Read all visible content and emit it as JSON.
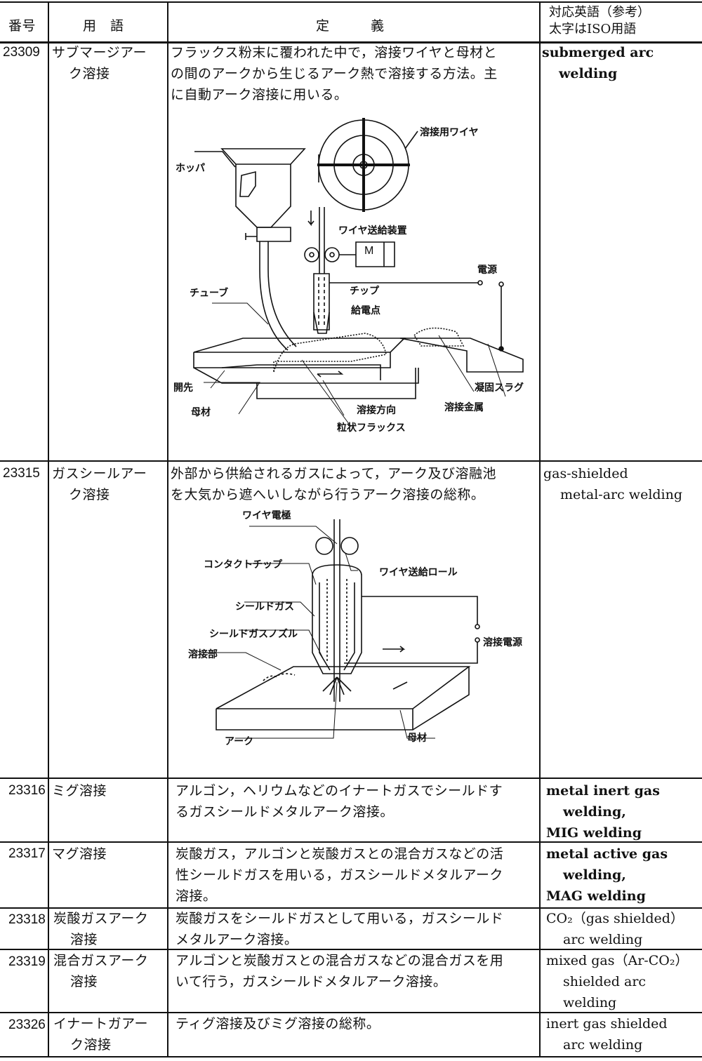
{
  "header": {
    "number": "番号",
    "term": "用　語",
    "definition": "定　　　義",
    "english_line1": "対応英語（参考）",
    "english_line2": "太字はISO用語"
  },
  "rows": [
    {
      "number": "23309",
      "term": [
        "サブマージアー",
        "ク溶接"
      ],
      "definition": [
        "フラックス粉末に覆われた中で，溶接ワイヤと母材と",
        "の間のアークから生じるアーク熱で溶接する方法。主",
        "に自動アーク溶接に用いる。"
      ],
      "english": [
        "submerged arc",
        "welding"
      ]
    },
    {
      "number": "23315",
      "term": [
        "ガスシールアー",
        "ク溶接"
      ],
      "definition": [
        "外部から供給されるガスによって，アーク及び溶融池",
        "を大気から遮へいしながら行うアーク溶接の総称。"
      ],
      "english": [
        "gas-shielded",
        "metal-arc welding"
      ]
    },
    {
      "number": "23316",
      "term": [
        "ミグ溶接"
      ],
      "definition": [
        "アルゴン，ヘリウムなどのイナートガスでシールドす",
        "るガスシールドメタルアーク溶接。"
      ],
      "english": [
        "metal inert gas",
        "welding,",
        "MIG welding"
      ]
    },
    {
      "number": "23317",
      "term": [
        "マグ溶接"
      ],
      "definition": [
        "炭酸ガス，アルゴンと炭酸ガスとの混合ガスなどの活",
        "性シールドガスを用いる，ガスシールドメタルアーク",
        "溶接。"
      ],
      "english": [
        "metal active gas",
        "welding,",
        "MAG welding"
      ]
    },
    {
      "number": "23318",
      "term": [
        "炭酸ガスアーク",
        "溶接"
      ],
      "definition": [
        "炭酸ガスをシールドガスとして用いる，ガスシールド",
        "メタルアーク溶接。"
      ],
      "english": [
        "CO₂（gas shielded）",
        "arc welding"
      ]
    },
    {
      "number": "23319",
      "term": [
        "混合ガスアーク",
        "溶接"
      ],
      "definition": [
        "アルゴンと炭酸ガスとの混合ガスなどの混合ガスを用",
        "いて行う，ガスシールドメタルアーク溶接。"
      ],
      "english": [
        "mixed gas（Ar-CO₂）",
        "shielded arc",
        "welding"
      ]
    },
    {
      "number": "23326",
      "term": [
        "イナートガアー",
        "ク溶接"
      ],
      "definition": [
        "ティグ溶接及びミグ溶接の総称。"
      ],
      "english": [
        "inert gas shielded",
        "arc welding"
      ]
    }
  ],
  "diagram_submerged": {
    "labels": {
      "wire": "溶接用ワイヤ",
      "hopper": "ホッパ",
      "feeder": "ワイヤ送給装置",
      "motor": "M",
      "power": "電源",
      "tube": "チューブ",
      "tip": "チップ",
      "contact_point": "給電点",
      "groove": "開先",
      "slag": "凝固スラグ",
      "base_metal": "母材",
      "direction": "溶接方向",
      "weld_metal": "溶接金属",
      "flux": "粒状フラックス"
    }
  },
  "diagram_gas": {
    "labels": {
      "electrode": "ワイヤ電極",
      "contact_tip": "コンタクトチップ",
      "feed_roll": "ワイヤ送給ロール",
      "shield_gas": "シールドガス",
      "nozzle": "シールドガスノズル",
      "power": "溶接電源",
      "weld_zone": "溶接部",
      "arc": "アーク",
      "base_metal": "母材"
    }
  }
}
